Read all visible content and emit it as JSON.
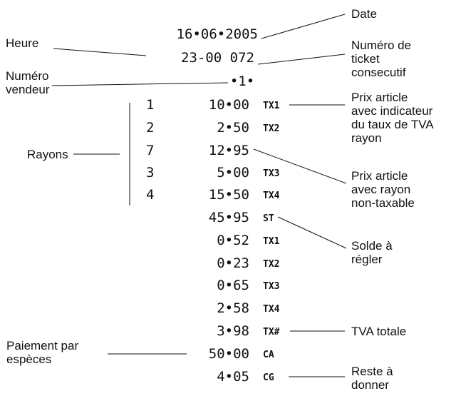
{
  "receipt": {
    "header": {
      "date": "16•06•2005",
      "time_ticket": "23-00 072",
      "vendor": "•1•"
    },
    "dept_codes": [
      "1",
      "2",
      "7",
      "3",
      "4"
    ],
    "rows": [
      {
        "amount": "10•00",
        "code": "TX1"
      },
      {
        "amount": "2•50",
        "code": "TX2"
      },
      {
        "amount": "12•95",
        "code": ""
      },
      {
        "amount": "5•00",
        "code": "TX3"
      },
      {
        "amount": "15•50",
        "code": "TX4"
      },
      {
        "amount": "45•95",
        "code": "ST"
      },
      {
        "amount": "0•52",
        "code": "TX1"
      },
      {
        "amount": "0•23",
        "code": "TX2"
      },
      {
        "amount": "0•65",
        "code": "TX3"
      },
      {
        "amount": "2•58",
        "code": "TX4"
      },
      {
        "amount": "3•98",
        "code": "TX#"
      },
      {
        "amount": "50•00",
        "code": "CA"
      },
      {
        "amount": "4•05",
        "code": "CG"
      }
    ]
  },
  "labels": {
    "date": [
      "Date"
    ],
    "heure": [
      "Heure"
    ],
    "ticket": [
      "Numéro de",
      "ticket",
      "consecutif"
    ],
    "vendeur": [
      "Numéro",
      "vendeur"
    ],
    "prix_tva": [
      "Prix article",
      "avec indicateur",
      "du taux de TVA",
      "rayon"
    ],
    "rayons": [
      "Rayons"
    ],
    "non_taxable": [
      "Prix article",
      "avec rayon",
      "non-taxable"
    ],
    "solde": [
      "Solde à",
      "régler"
    ],
    "tva_totale": [
      "TVA totale"
    ],
    "paiement": [
      "Paiement par",
      "espèces"
    ],
    "reste": [
      "Reste à",
      "donner"
    ]
  }
}
